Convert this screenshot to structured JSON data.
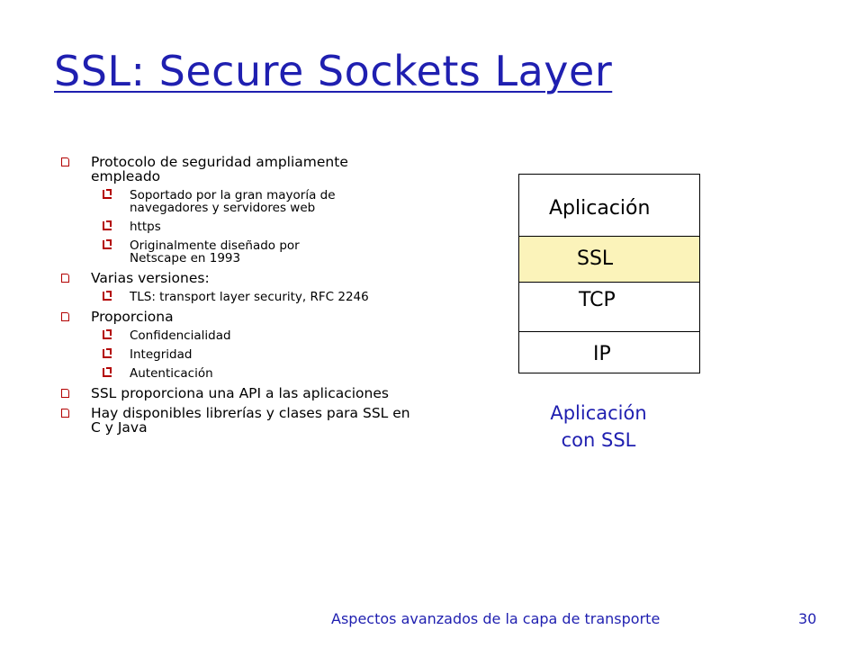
{
  "slide": {
    "title": "SSL: Secure Sockets Layer",
    "bullets": [
      {
        "text": "Protocolo de seguridad ampliamente empleado",
        "sub": [
          "Soportado por la gran mayoría de navegadores y servidores web",
          "https",
          "Originalmente diseñado por Netscape en 1993"
        ]
      },
      {
        "text": "Varias versiones:",
        "sub": [
          "TLS: transport layer security, RFC 2246"
        ]
      },
      {
        "text": "Proporciona",
        "sub": [
          "Confidencialidad",
          "Integridad",
          "Autenticación"
        ]
      },
      {
        "text": "SSL proporciona una API a las aplicaciones",
        "sub": []
      },
      {
        "text": " Hay disponibles librerías y clases para SSL en C y Java",
        "sub": []
      }
    ],
    "stack": {
      "layers": [
        "Aplicación",
        "SSL",
        "TCP",
        "IP"
      ],
      "highlight_color": "#fbf3ba",
      "caption_line1": "Aplicación",
      "caption_line2": "con SSL"
    },
    "footer": "Aspectos avanzados de la capa de transporte",
    "page_number": "30",
    "colors": {
      "title": "#1f1fb0",
      "bullet": "#b30000"
    }
  }
}
